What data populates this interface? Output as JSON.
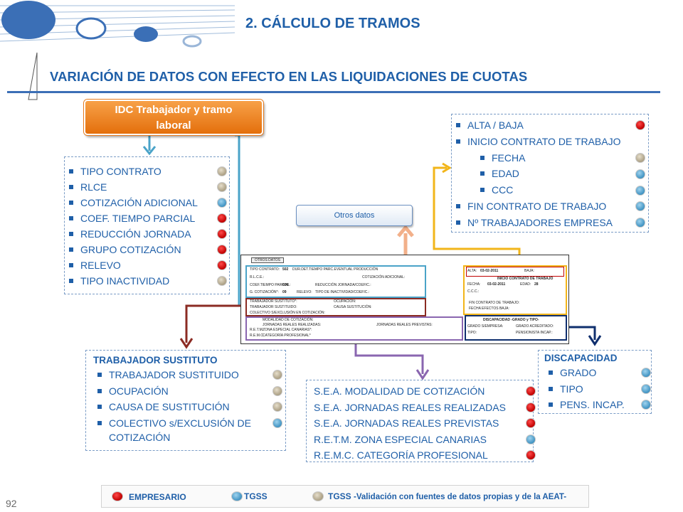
{
  "header": {
    "title": "2. CÁLCULO DE TRAMOS",
    "subtitle": "VARIACIÓN DE DATOS CON EFECTO EN LAS LIQUIDACIONES DE CUOTAS"
  },
  "idc_button": {
    "line1": "IDC Trabajador y tramo",
    "line2": "laboral"
  },
  "otros_button": "Otros datos",
  "box_tramo": {
    "items": [
      {
        "label": "TIPO CONTRATO",
        "dot": "tan"
      },
      {
        "label": "RLCE",
        "dot": "tan"
      },
      {
        "label": "COTIZACIÓN ADICIONAL",
        "dot": "blue"
      },
      {
        "label": "COEF. TIEMPO PARCIAL",
        "dot": "red"
      },
      {
        "label": "REDUCCIÓN JORNADA",
        "dot": "red"
      },
      {
        "label": "GRUPO COTIZACIÓN",
        "dot": "red"
      },
      {
        "label": "RELEVO",
        "dot": "red"
      },
      {
        "label": "TIPO INACTIVIDAD",
        "dot": "tan"
      }
    ]
  },
  "box_alta": {
    "items": [
      {
        "label": "ALTA / BAJA",
        "dot": "red"
      },
      {
        "label": "INICIO CONTRATO DE TRABAJO",
        "dot": ""
      },
      {
        "label": "FECHA",
        "dot": "tan"
      },
      {
        "label": "EDAD",
        "dot": "blue"
      },
      {
        "label": "CCC",
        "dot": "blue"
      },
      {
        "label": "FIN CONTRATO DE TRABAJO",
        "dot": "blue"
      },
      {
        "label": "Nº TRABAJADORES EMPRESA",
        "dot": "blue"
      }
    ]
  },
  "box_sustituto": {
    "heading": "TRABAJADOR SUSTITUTO",
    "items": [
      {
        "label": "TRABAJADOR SUSTITUIDO",
        "dot": "tan"
      },
      {
        "label": "OCUPACIÓN",
        "dot": "tan"
      },
      {
        "label": "CAUSA DE SUSTITUCIÓN",
        "dot": "tan"
      },
      {
        "label": "COLECTIVO s/EXCLUSIÓN DE",
        "dot": "blue"
      },
      {
        "label": "COTIZACIÓN",
        "dot": ""
      }
    ]
  },
  "box_sea": {
    "items": [
      {
        "label": "S.E.A. MODALIDAD DE COTIZACIÓN",
        "dot": "red"
      },
      {
        "label": "S.E.A. JORNADAS REALES REALIZADAS",
        "dot": "red"
      },
      {
        "label": "S.E.A. JORNADAS REALES PREVISTAS",
        "dot": "red"
      },
      {
        "label": "R.E.T.M. ZONA ESPECIAL CANARIAS",
        "dot": "blue"
      },
      {
        "label": "R.E.M.C. CATEGORÍA PROFESIONAL",
        "dot": "red"
      }
    ]
  },
  "box_discapacidad": {
    "heading": "DISCAPACIDAD",
    "items": [
      {
        "label": "GRADO",
        "dot": "blue"
      },
      {
        "label": "TIPO",
        "dot": "blue"
      },
      {
        "label": "PENS. INCAP.",
        "dot": "blue"
      }
    ]
  },
  "form": {
    "tab": "OTROS DATOS",
    "tipo_contrato": "TIPO CONTRATO:",
    "tipo_contrato_val": "502",
    "tipo_contrato_desc": "DUR.DET.TIEMPO PARC.EVENTUAL PRODUCCIÓN",
    "rlce": "R.L.C.E.:",
    "cot_adicional": "COTIZACIÓN ADICIONAL:",
    "coef": "COEF.TIEMPO PARCIAL:",
    "coef_val": "600",
    "reduccion": "REDUCCIÓN JORNADA/COEFIC.:",
    "gcot": "G. COTIZACIÓN*:",
    "gcot_val": "09",
    "relevo": "RELEVO:",
    "tipo_inact": "TIPO DE INACTIVIDAD/COEFIC.:",
    "sustituto": "TRABAJADOR SUSTITUTO*:",
    "ocupacion": "OCUPACIÓN:",
    "sustituido": "TRABAJADOR SUSTITUIDO:",
    "causa": "CAUSA SUSTITUCIÓN:",
    "colectivo": "COLECTIVO S/EXCLUSIÓN EN COTIZACIÓN:",
    "modalidad": "MODALIDAD DE COTIZACIÓN:",
    "jr_realizadas": "JORNADAS REALES REALIZADAS:",
    "jr_previstas": "JORNADAS REALES PREVISTAS:",
    "retm": "R.E.T.M.",
    "zona": "ZONA ESPECIAL CANARIAS*:",
    "remc": "R.E.M.C.",
    "categoria": "CATEGORÍA PROFESIONAL*",
    "alta": "ALTA:",
    "alta_val": "03-02-2011",
    "baja": "BAJA:",
    "inicio": "INICIO CONTRATO DE TRABAJO",
    "fecha": "FECHA:",
    "fecha_val": "03-02-2011",
    "edad": "EDAD:",
    "edad_val": "28",
    "ccc": "C.C.C.:",
    "fin": "FIN CONTRATO DE TRABAJO:",
    "fin_efectos": "FECHA EFECTOS BAJA:",
    "disc": "DISCAPACIDAD -GRADO y TIPO-",
    "grado_sim": "GRADO S/EMPRESA:",
    "grado_acr": "GRADO ACREDITADO:",
    "tipo": "TIPO:",
    "pensionista": "PENSIONISTA INCAP.:"
  },
  "legend": {
    "empresario": "EMPRESARIO",
    "tgss": "TGSS",
    "tgss_val": "TGSS",
    "tgss_val_note": "-Validación con fuentes de datos propias y de la AEAT-"
  },
  "page_number": "92",
  "colors": {
    "accent": "#1f5fa8",
    "orange": "#e67a1c",
    "red_dot": "#c00000",
    "blue_dot": "#3a8fc0",
    "tan_dot": "#a89c80",
    "teal_connector": "#4aa3c8",
    "yellow_connector": "#f2b51a",
    "brown_connector": "#8b2b23",
    "purple_connector": "#8a66b0",
    "navy_connector": "#0f2f6e",
    "peach_connector": "#f2b08a"
  }
}
